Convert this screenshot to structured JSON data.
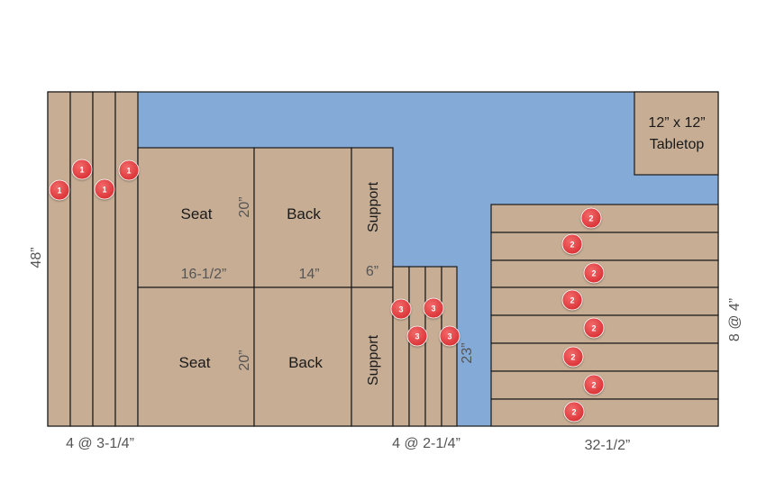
{
  "colors": {
    "sheet_blue": "#84aad8",
    "wood": "#c6ad94",
    "line": "#1a1a1a",
    "badge_red": "#e0383c",
    "label_gray": "#555555"
  },
  "pieces": {
    "seat_top": "Seat",
    "back_top": "Back",
    "support_top": "Support",
    "seat_bottom": "Seat",
    "back_bottom": "Back",
    "support_bottom": "Support",
    "tabletop_line1": "12” x 12”",
    "tabletop_line2": "Tabletop"
  },
  "dimensions": {
    "sheet_height": "48”",
    "seat_depth_top": "20”",
    "seat_depth_bottom": "20”",
    "seat_width": "16-1/2”",
    "back_width": "14”",
    "support_width": "6”",
    "medium_strip_length": "23”",
    "long_slats": "8 @ 4”",
    "left_strips": "4 @ 3-1/4”",
    "medium_strips": "4 @ 2-1/4”",
    "long_slat_length": "32-1/2”"
  },
  "badges": {
    "b1a": "1",
    "b1b": "1",
    "b1c": "1",
    "b1d": "1",
    "b2a": "2",
    "b2b": "2",
    "b2c": "2",
    "b2d": "2",
    "b2e": "2",
    "b2f": "2",
    "b2g": "2",
    "b2h": "2",
    "b3a": "3",
    "b3b": "3",
    "b3c": "3",
    "b3d": "3"
  }
}
